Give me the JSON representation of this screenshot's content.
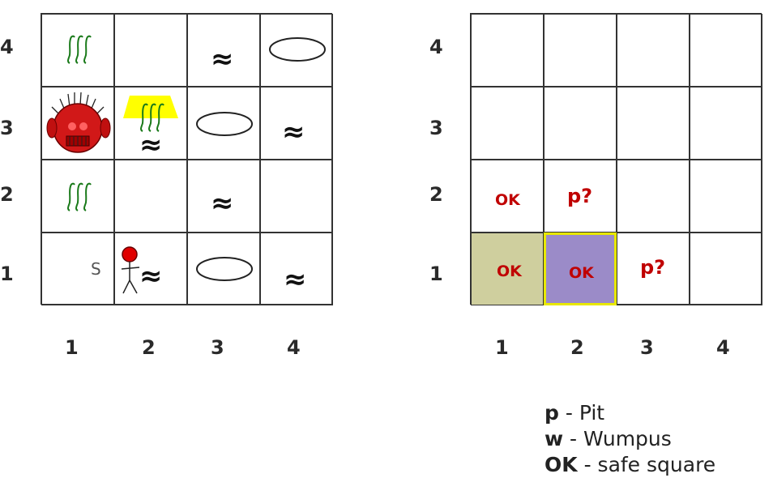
{
  "left_board": {
    "row_labels": [
      "4",
      "3",
      "2",
      "1"
    ],
    "col_labels": [
      "1",
      "2",
      "3",
      "4"
    ],
    "breeze_symbol": "≈",
    "start_marker": "S"
  },
  "right_board": {
    "row_labels": [
      "4",
      "3",
      "2",
      "1"
    ],
    "col_labels": [
      "1",
      "2",
      "3",
      "4"
    ],
    "cells": {
      "r2c1": "OK",
      "r2c2": "p?",
      "r1c1": "OK",
      "r1c2": "OK",
      "r1c3": "p?"
    },
    "colors": {
      "visited": "#cfcf9e",
      "current": "#9b8bc8",
      "current_border": "#e8e800",
      "text": "#c00000"
    }
  },
  "legend": [
    {
      "key": "p",
      "text": " - Pit"
    },
    {
      "key": "w",
      "text": " - Wumpus"
    },
    {
      "key": "OK",
      "text": " - safe square"
    }
  ]
}
